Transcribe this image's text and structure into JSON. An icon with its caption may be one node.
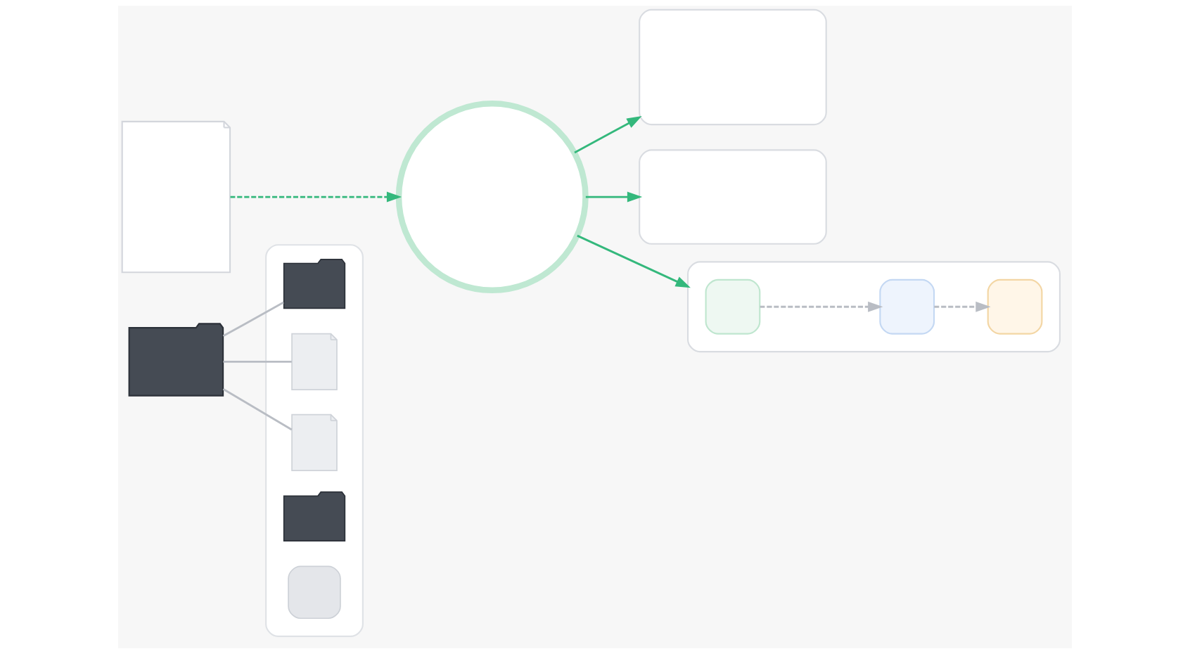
{
  "diagram": {
    "nodes": [
      {
        "text": [],
        "shape": "box"
      },
      {
        "text": [],
        "shape": "folder"
      },
      {
        "text": [],
        "shape": "folder",
        "in": 0
      },
      {
        "text": [],
        "shape": "document",
        "in": 0
      },
      {
        "text": [],
        "shape": "document",
        "in": 0
      },
      {
        "text": [],
        "shape": "folder",
        "in": 0
      },
      {
        "text": [],
        "shape": "box",
        "in": 0
      },
      {
        "text": [],
        "shape": "document"
      },
      {
        "text": [],
        "shape": "circle"
      },
      {
        "text": [],
        "shape": "box"
      },
      {
        "text": [],
        "shape": "box"
      },
      {
        "text": [],
        "shape": "box"
      },
      {
        "text": [],
        "shape": "box",
        "in": 11
      },
      {
        "text": [],
        "shape": "box",
        "in": 11
      },
      {
        "text": [],
        "shape": "box",
        "in": 11
      }
    ],
    "edges": [
      {
        "from": 1,
        "to": 2,
        "arrow": "none"
      },
      {
        "from": 1,
        "to": 3,
        "arrow": "none"
      },
      {
        "from": 1,
        "to": 4,
        "arrow": "none"
      },
      {
        "from": 7,
        "to": 8,
        "arrow": "to",
        "style": "dashed",
        "color": "#34b87c"
      },
      {
        "from": 8,
        "to": 9,
        "arrow": "to",
        "color": "#34b87c"
      },
      {
        "from": 8,
        "to": 10,
        "arrow": "to",
        "color": "#34b87c"
      },
      {
        "from": 8,
        "to": 11,
        "arrow": "to",
        "color": "#34b87c"
      },
      {
        "from": 12,
        "to": 13,
        "arrow": "to",
        "style": "dashed"
      },
      {
        "from": 13,
        "to": 14,
        "arrow": "to",
        "style": "dashed"
      }
    ]
  }
}
